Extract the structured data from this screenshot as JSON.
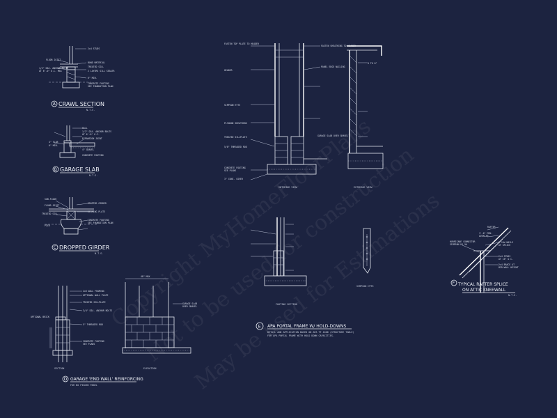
{
  "sheet": {
    "background": "#1c2340",
    "line_color": "#e6eaf2"
  },
  "watermark": {
    "line1": "Copyright MyHomeFloorPlans",
    "line2": "Not to be used for construction",
    "line3": "May be used for Estimations"
  },
  "details": {
    "crawl": {
      "number": "A",
      "title": "CRAWL SECTION",
      "scale": "N.T.S.",
      "notes": [
        "2x4 STUDS",
        "FLOOR JOIST",
        "BAND MATERIAL",
        "TREATED SILL",
        "1/2\" DIA. ANCHOR BOLTS",
        "AT 6'-0\" O.C. MAX",
        "2 LAYERS SILL SEALER",
        "6\" MIN.",
        "CONCRETE FOOTING",
        "SEE FOUNDATION PLAN"
      ]
    },
    "garage_slab": {
      "number": "B",
      "title": "GARAGE SLAB",
      "scale": "N.T.S.",
      "notes": [
        "WALL",
        "1/2\" DIA. ANCHOR BOLTS",
        "AT 6'-0\" O.C.",
        "4\" SLAB",
        "6\" MIN.",
        "EXPANSION JOINT",
        "4\" GRAVEL",
        "CONCRETE FOOTING"
      ]
    },
    "dropped_girder": {
      "number": "C",
      "title": "DROPPED GIRDER",
      "scale": "N.T.S.",
      "notes": [
        "SUB-FLOOR",
        "FLOOR JOIST",
        "TREATED SILL",
        "DROPPED GIRDER",
        "BEARING PLATE",
        "PIER",
        "CONCRETE FOOTING",
        "SEE FOUNDATION PLAN"
      ]
    },
    "garage_end_wall": {
      "number": "D",
      "title": "GARAGE 'END WALL' REINFORCING",
      "scale": "FOR NO PIGGED PANEL",
      "left_label": "SECTION",
      "right_label": "ELEVATION",
      "dim": "48\" MAX",
      "notes": [
        "2x6 WALL FRAMING",
        "OPTIONAL WALL PLATE",
        "TREATED SILLPLATE",
        "3/4\" DIA. ANCHOR BOLTS",
        "5\" THREADED ROD",
        "CONCRETE FOOTING",
        "SEE PLANS",
        "OPTIONAL BRICK",
        "GARAGE SLAB",
        "OVER GRAVEL"
      ]
    },
    "portal_frame": {
      "number": "E",
      "title": "APA PORTAL FRAME W/ HOLD-DOWNS",
      "subtitle1": "DETAIL AND APPLICATION BASED ON APA TT-100D (STRUCTURE TABLE)",
      "subtitle2": "FOR APA PORTAL FRAME WITH HOLD DOWN CAPACITIES.",
      "view_labels": [
        "INTERIOR VIEW",
        "EXTERIOR VIEW",
        "FOOTING SECTION",
        "SIMPSON HTT5"
      ],
      "notes": [
        "FASTEN TOP PLATE TO HEADER",
        "HEADER",
        "SIMPSON HTT5",
        "PLYWOOD SHEATHING",
        "TREATED SILLPLATE",
        "5/8\" THREADED ROD",
        "CONCRETE FOOTING",
        "SEE PLANS",
        "3\" CONC. COVER",
        "FASTEN SHEATHING TO HEADER",
        "PANEL EDGE NAILING",
        "GARAGE SLAB OVER GRAVEL",
        "4 TO 8\""
      ]
    },
    "rafter_splice": {
      "number": "F",
      "title": "TYPICAL RAFTER SPLICE",
      "title2": "ON ATTIC KNEEWALL",
      "scale": "N.T.S.",
      "notes": [
        "RAFTER",
        "1'-6\" MIN.",
        "OVERLAP",
        "HURRICANE CONNECTOR",
        "SIMPSON H2.5A",
        "3-16d NAILS",
        "AT SPLICE",
        "2x4 STUDS",
        "AT 16\" O.C.",
        "2x4 BRACE AT",
        "MID-WALL HEIGHT"
      ]
    }
  }
}
